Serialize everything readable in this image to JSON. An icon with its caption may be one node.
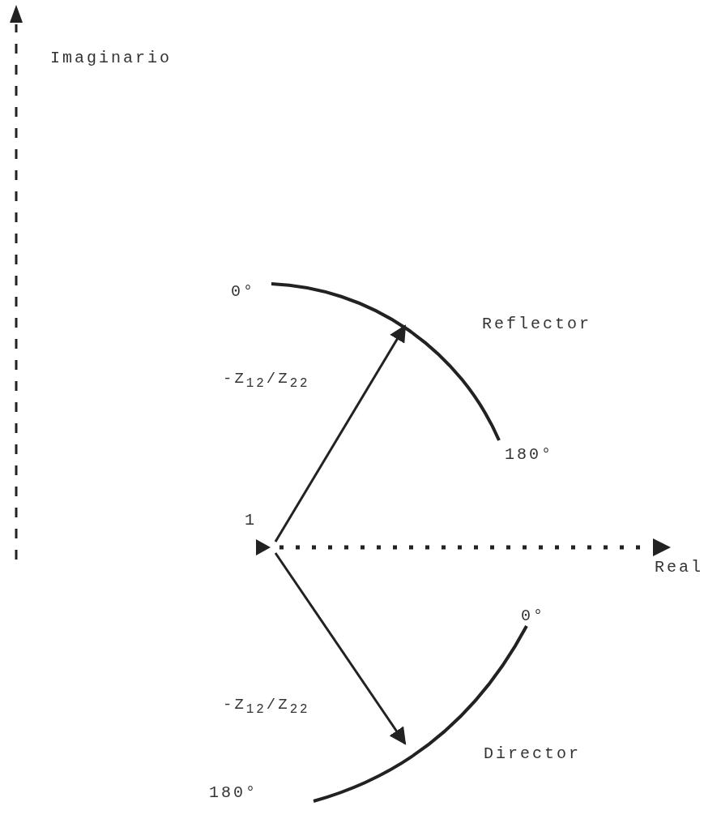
{
  "diagram": {
    "nodes": [
      {
        "text": [
          "1"
        ]
      },
      {
        "text": [
          "Reflector"
        ],
        "beside": [
          "0°",
          "180°"
        ]
      },
      {
        "text": [
          "Director"
        ],
        "beside": [
          "0°",
          "180°"
        ]
      }
    ],
    "edges": [
      {
        "from": 0,
        "to": 1,
        "arrow": "to",
        "label": "-Z$_{12}$/Z$_{22}$"
      },
      {
        "from": 0,
        "to": 2,
        "arrow": "to",
        "label": "-Z$_{12}$/Z$_{22}$"
      }
    ],
    "labels": [
      "Imaginario",
      "Real"
    ]
  }
}
